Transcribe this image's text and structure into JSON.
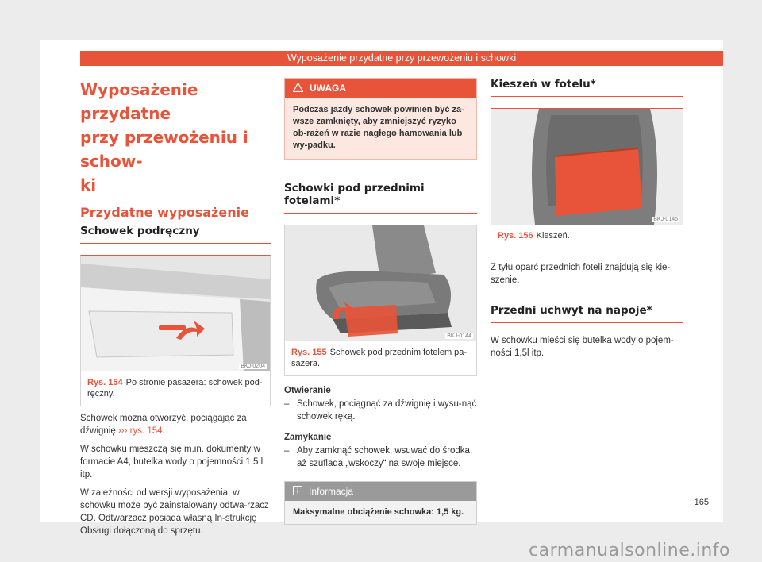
{
  "header": {
    "title": "Wyposażenie przydatne przy przewożeniu i schowki"
  },
  "col1": {
    "title_line1": "Wyposażenie przydatne",
    "title_line2": "przy przewożeniu i schow-",
    "title_line3": "ki",
    "subtitle": "Przydatne wyposażenie",
    "section": "Schowek podręczny",
    "figure": {
      "code": "BKJ-0204",
      "label": "Rys. 154",
      "caption": "Po stronie pasażera: schowek pod-ręczny."
    },
    "p1_text": "Schowek można otworzyć, pociągając za dźwignię",
    "p1_ref": "››› rys. 154",
    "p1_end": ".",
    "p2": "W schowku mieszczą się m.in. dokumenty w formacie A4, butelka wody o pojemności 1,5 l itp.",
    "p3": "W zależności od wersji wyposażenia, w schowku może być zainstalowany odtwa-rzacz CD. Odtwarzacz posiada własną In-strukcję Obsługi dołączoną do sprzętu."
  },
  "col2": {
    "warning": {
      "icon": "warning-triangle-icon",
      "title": "UWAGA",
      "text": "Podczas jazdy schowek powinien być za-wsze zamknięty, aby zmniejszyć ryzyko ob-rażeń w razie nagłego hamowania lub wy-padku."
    },
    "section": "Schowki pod przednimi fotelami*",
    "figure": {
      "code": "BKJ-0144",
      "label": "Rys. 155",
      "caption": "Schowek pod przednim fotelem pa-sażera."
    },
    "open_label": "Otwieranie",
    "open_item": "Schowek, pociągnąć za dźwignię i wysu-nąć schowek ręką.",
    "close_label": "Zamykanie",
    "close_item": "Aby zamknąć schowek, wsuwać do środka, aż szuflada „wskoczy“ na swoje miejsce.",
    "dash": "–",
    "info": {
      "icon": "info-icon",
      "title": "Informacja",
      "text": "Maksymalne obciążenie schowka: 1,5 kg."
    }
  },
  "col3": {
    "section": "Kieszeń w fotelu*",
    "figure": {
      "code": "BKJ-0145",
      "label": "Rys. 156",
      "caption": "Kieszeń."
    },
    "p1": "Z tyłu oparć przednich foteli znajdują się kie-szenie.",
    "section2": "Przedni uchwyt na napoje*",
    "p2": "W schowku mieści się butelka wody o pojem-ności 1,5l itp."
  },
  "page_number": "165",
  "watermark": "carmanualsonline.info",
  "colors": {
    "accent": "#e8543a",
    "warning_bg": "#fde7e1",
    "info_head": "#9a9a9a"
  }
}
